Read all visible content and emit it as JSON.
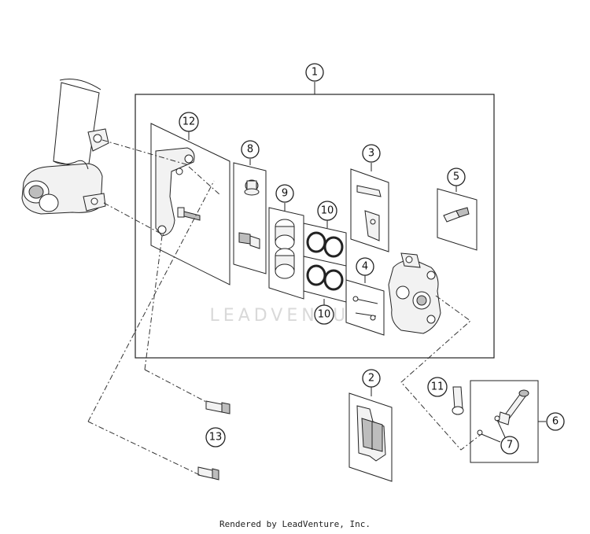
{
  "watermark": "LEADVENTURE",
  "footer": "Rendered by LeadVenture, Inc.",
  "callouts": {
    "c1": "1",
    "c2": "2",
    "c3": "3",
    "c4": "4",
    "c5": "5",
    "c6": "6",
    "c7": "7",
    "c8": "8",
    "c9": "9",
    "c10a": "10",
    "c10b": "10",
    "c11": "11",
    "c12": "12",
    "c13": "13"
  }
}
